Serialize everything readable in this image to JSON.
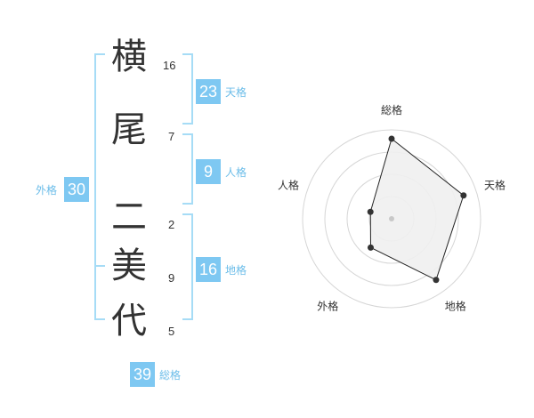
{
  "name": {
    "surname": [
      {
        "char": "横",
        "strokes": "16"
      },
      {
        "char": "尾",
        "strokes": "7"
      }
    ],
    "given": [
      {
        "char": "二",
        "strokes": "2"
      },
      {
        "char": "美",
        "strokes": "9"
      },
      {
        "char": "代",
        "strokes": "5"
      }
    ]
  },
  "scores": {
    "tenkaku": {
      "value": "23",
      "label": "天格"
    },
    "jinkaku": {
      "value": "9",
      "label": "人格"
    },
    "chikaku": {
      "value": "16",
      "label": "地格"
    },
    "gaikaku": {
      "value": "30",
      "label": "外格"
    },
    "soukaku": {
      "value": "39",
      "label": "総格"
    }
  },
  "colors": {
    "badge": "#7ec8f2",
    "badge_label": "#6cbde9",
    "bracket": "#a6dcf6",
    "radar_fill": "#efefef",
    "radar_stroke": "#222222"
  },
  "chart_data": {
    "type": "radar",
    "axes": [
      "総格",
      "天格",
      "地格",
      "外格",
      "人格"
    ],
    "values": [
      0.9,
      0.85,
      0.85,
      0.4,
      0.25
    ],
    "rings": 4,
    "grid": true
  }
}
